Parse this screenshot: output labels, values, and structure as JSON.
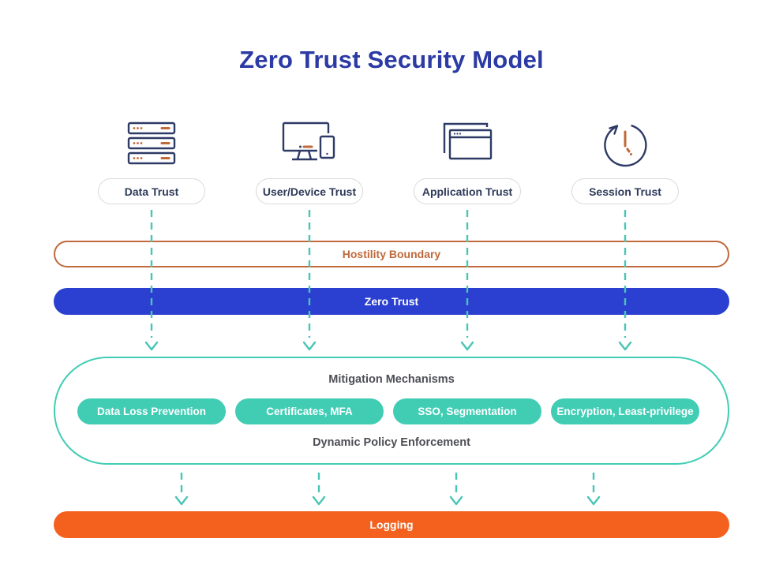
{
  "title": "Zero Trust Security Model",
  "columns": [
    {
      "label": "Data Trust",
      "icon": "server-stack-icon"
    },
    {
      "label": "User/Device Trust",
      "icon": "desktop-mobile-icon"
    },
    {
      "label": "Application Trust",
      "icon": "browser-windows-icon"
    },
    {
      "label": "Session Trust",
      "icon": "session-clock-refresh-icon"
    }
  ],
  "bars": {
    "hostility_boundary": "Hostility Boundary",
    "zero_trust": "Zero Trust",
    "logging": "Logging"
  },
  "mitigation": {
    "title": "Mitigation Mechanisms",
    "subtitle": "Dynamic Policy Enforcement",
    "pills": [
      "Data Loss Prevention",
      "Certificates, MFA",
      "SSO, Segmentation",
      "Encryption, Least-privilege"
    ]
  },
  "colors": {
    "title_blue": "#2b3aa4",
    "icon_navy": "#2e3a66",
    "zero_trust_blue": "#2b3fd0",
    "hostility_terracotta": "#c0693a",
    "logging_orange": "#f4611e",
    "teal": "#41cdb4",
    "label_slate": "#4d4e56",
    "pill_border_gray": "#d9d9d9"
  }
}
